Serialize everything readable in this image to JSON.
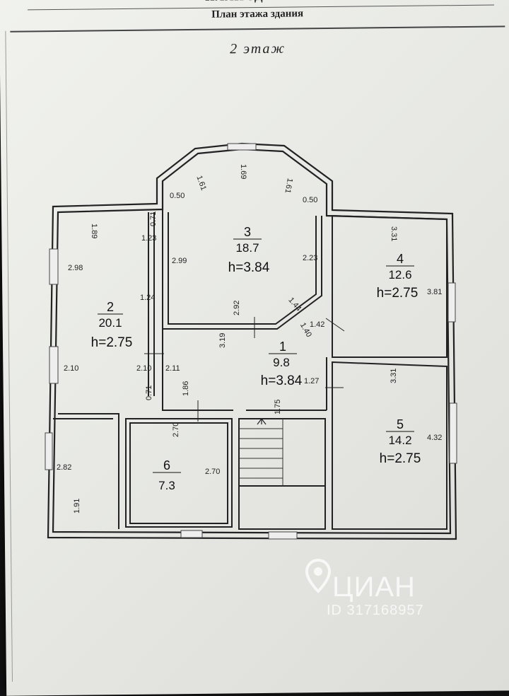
{
  "header": {
    "title": "ПЛАН ЗДАНИЯ",
    "subtitle": "План этажа здания",
    "floor_label": "2 этаж"
  },
  "rooms": [
    {
      "num": "1",
      "area": "9.8",
      "height": "h=3.84"
    },
    {
      "num": "2",
      "area": "20.1",
      "height": "h=2.75"
    },
    {
      "num": "3",
      "area": "18.7",
      "height": "h=3.84"
    },
    {
      "num": "4",
      "area": "12.6",
      "height": "h=2.75"
    },
    {
      "num": "5",
      "area": "14.2",
      "height": "h=2.75"
    },
    {
      "num": "6",
      "area": "7.3",
      "height": ""
    }
  ],
  "dimensions": {
    "d169": "1.69",
    "d161a": "1.61",
    "d161b": "1.61",
    "d050a": "0.50",
    "d050b": "0.50",
    "d189": "1.89",
    "d071": "0.71",
    "d123": "1.23",
    "d298": "2.98",
    "d299": "2.99",
    "d223": "2.23",
    "d124": "1.24",
    "d292": "2.92",
    "d144": "1.44",
    "d140": "1.40",
    "d142": "1.42",
    "d319": "3.19",
    "d331a": "3.31",
    "d381": "3.81",
    "d210a": "2.10",
    "d210b": "2.10",
    "d211": "2.11",
    "d186": "1.86",
    "d175": "1.75",
    "d127": "1.27",
    "d071b": "0.71",
    "d331b": "3.31",
    "d432": "4.32",
    "d270a": "2.70",
    "d270b": "2.70",
    "d282": "2.82",
    "d191": "1.91"
  },
  "watermark": {
    "brand": "ЦИАН",
    "id": "ID 317168957"
  }
}
